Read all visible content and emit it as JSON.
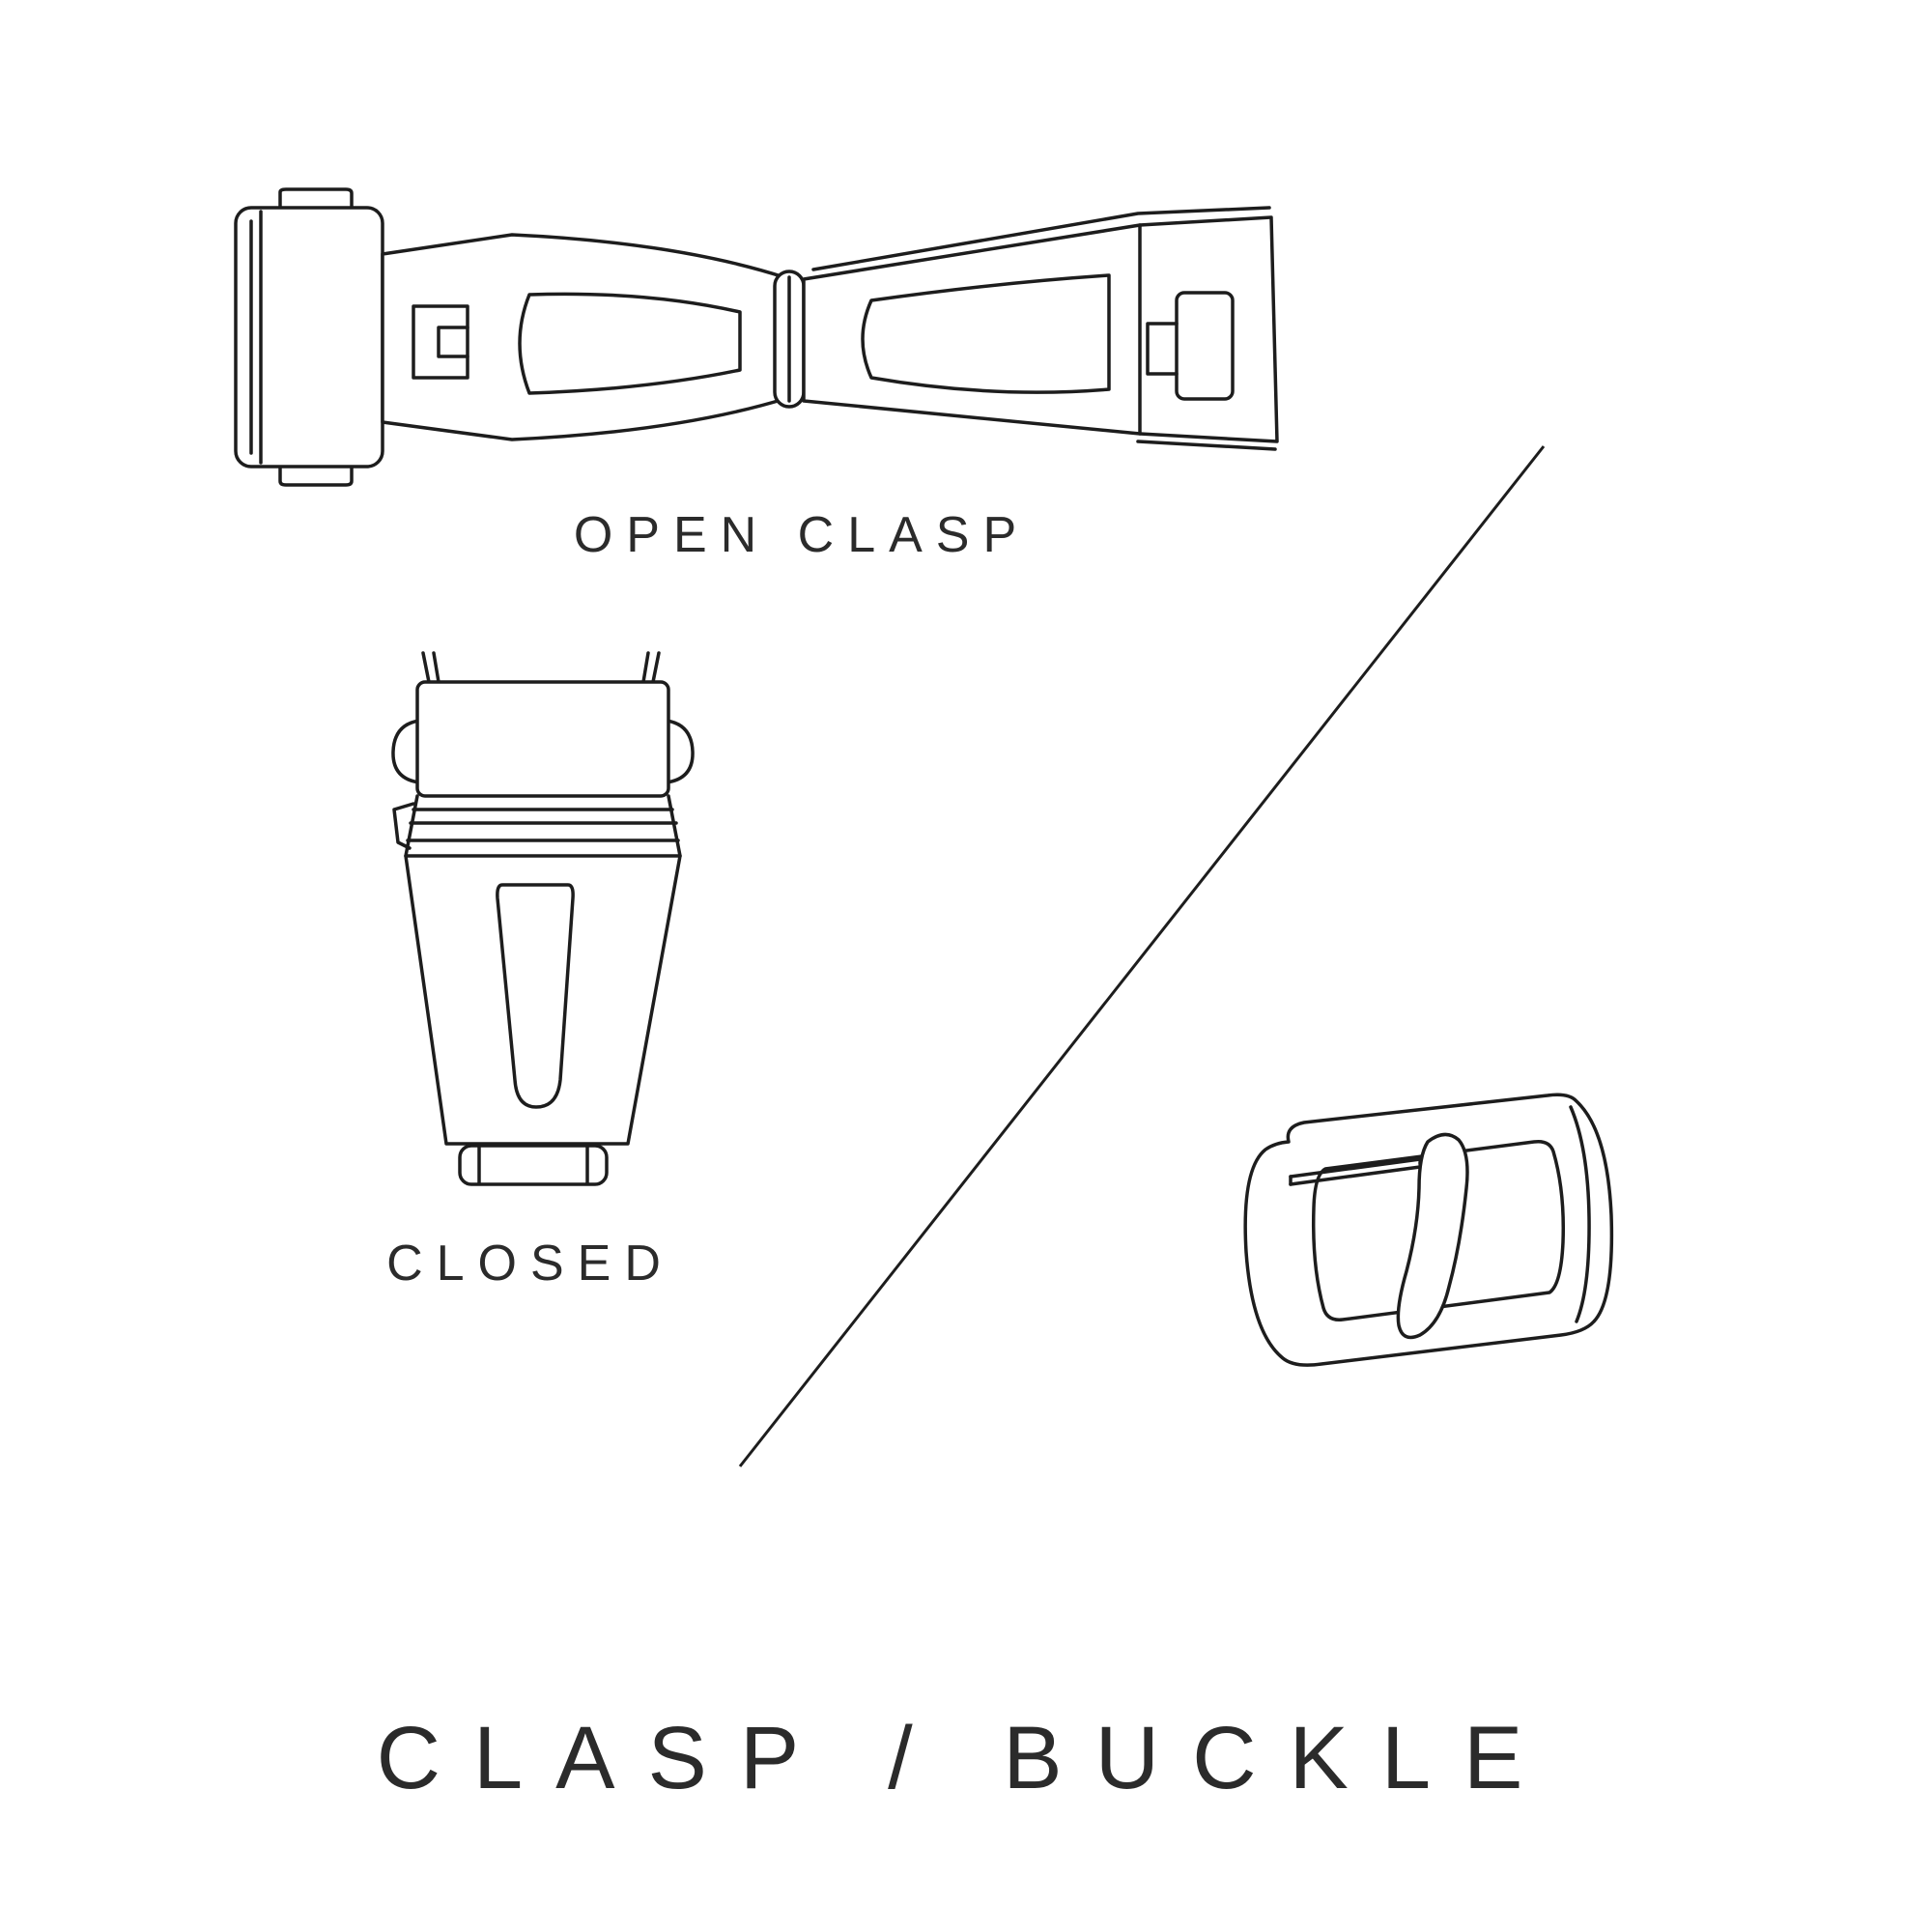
{
  "page": {
    "background": "#ffffff",
    "line_color": "#1d1d1d",
    "text_color": "#2b2b2b"
  },
  "diagram": {
    "title": "CLASP / BUCKLE",
    "labels": {
      "open_clasp": "OPEN CLASP",
      "closed": "CLOSED"
    },
    "illustrations": [
      {
        "name": "open-clasp-illustration"
      },
      {
        "name": "closed-clasp-illustration"
      },
      {
        "name": "tang-buckle-illustration"
      },
      {
        "name": "diagonal-divider"
      }
    ]
  }
}
